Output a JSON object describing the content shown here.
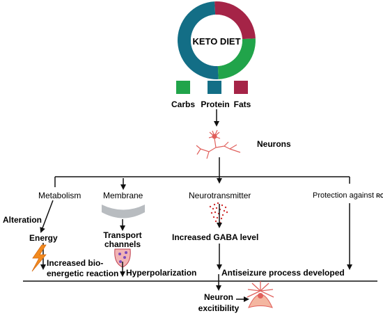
{
  "title": "KETO DIET",
  "legend": [
    {
      "label": "Carbs",
      "color": "#21a44a"
    },
    {
      "label": "Protein",
      "color": "#136e86"
    },
    {
      "label": "Fats",
      "color": "#a52447"
    }
  ],
  "donut_shares": {
    "protein": 0.5,
    "fats": 0.25,
    "carbs": 0.25
  },
  "labels": {
    "neurons": "Neurons",
    "metabolism": "Metabolism",
    "membrane": "Membrane",
    "neurotransmitter": "Neurotransmitter",
    "protection": "Protection against",
    "ros": "ROS",
    "alteration": "Alteration",
    "energy": "Energy",
    "increased_reaction_line1": "Increased bio-",
    "increased_reaction_line2": "energetic reaction",
    "transport_line1": "Transport",
    "transport_line2": "channels",
    "hyperpolarization": "Hyperpolarization",
    "gaba": "Increased GABA level",
    "antiseizure": "Antiseizure process developed",
    "neuron_line1": "Neuron",
    "neuron_line2": "excitibility"
  },
  "colors": {
    "line": "#111111",
    "neuron": "#e0605c",
    "lightning": "#f28a1e",
    "membrane": "#b8bcc0",
    "ion": "#d03030"
  }
}
